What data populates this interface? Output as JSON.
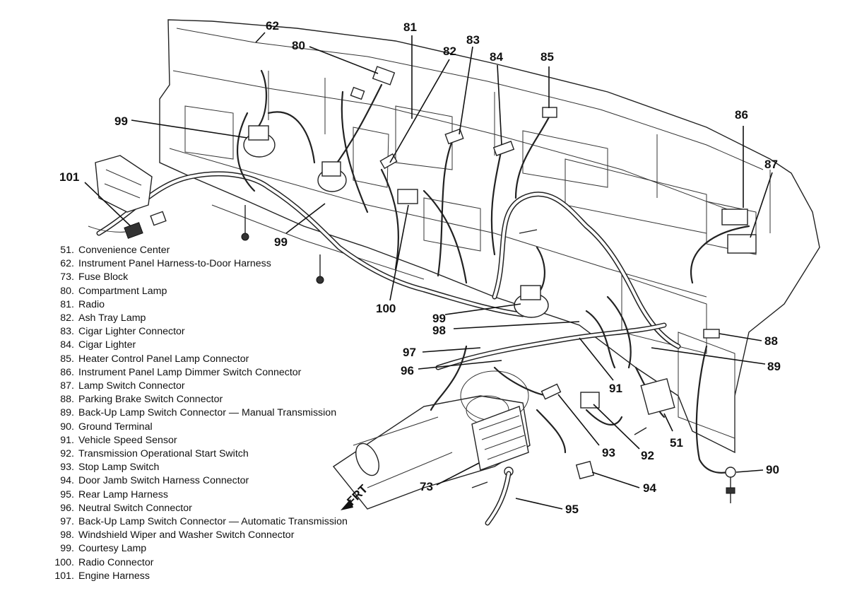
{
  "callouts": [
    "62",
    "80",
    "81",
    "82",
    "83",
    "84",
    "85",
    "86",
    "87",
    "99",
    "101",
    "99",
    "100",
    "99",
    "98",
    "97",
    "96",
    "91",
    "88",
    "89",
    "51",
    "93",
    "92",
    "90",
    "73",
    "94",
    "95"
  ],
  "direction_label": "FRT",
  "legend": [
    {
      "num": "51.",
      "text": "Convenience Center"
    },
    {
      "num": "62.",
      "text": "Instrument Panel Harness-to-Door Harness"
    },
    {
      "num": "73.",
      "text": "Fuse Block"
    },
    {
      "num": "80.",
      "text": "Compartment Lamp"
    },
    {
      "num": "81.",
      "text": "Radio"
    },
    {
      "num": "82.",
      "text": "Ash Tray Lamp"
    },
    {
      "num": "83.",
      "text": "Cigar Lighter Connector"
    },
    {
      "num": "84.",
      "text": "Cigar Lighter"
    },
    {
      "num": "85.",
      "text": "Heater Control Panel Lamp Connector"
    },
    {
      "num": "86.",
      "text": "Instrument Panel Lamp Dimmer Switch Connector"
    },
    {
      "num": "87.",
      "text": "Lamp Switch Connector"
    },
    {
      "num": "88.",
      "text": "Parking Brake Switch Connector"
    },
    {
      "num": "89.",
      "text": "Back-Up Lamp Switch Connector — Manual Transmission"
    },
    {
      "num": "90.",
      "text": "Ground Terminal"
    },
    {
      "num": "91.",
      "text": "Vehicle Speed Sensor"
    },
    {
      "num": "92.",
      "text": "Transmission Operational Start Switch"
    },
    {
      "num": "93.",
      "text": "Stop Lamp Switch"
    },
    {
      "num": "94.",
      "text": "Door Jamb Switch Harness Connector"
    },
    {
      "num": "95.",
      "text": "Rear Lamp Harness"
    },
    {
      "num": "96.",
      "text": "Neutral Switch Connector"
    },
    {
      "num": "97.",
      "text": "Back-Up Lamp Switch Connector — Automatic Transmission"
    },
    {
      "num": "98.",
      "text": "Windshield Wiper and Washer Switch Connector"
    },
    {
      "num": "99.",
      "text": "Courtesy Lamp"
    },
    {
      "num": "100.",
      "text": "Radio Connector"
    },
    {
      "num": "101.",
      "text": "Engine Harness"
    }
  ]
}
